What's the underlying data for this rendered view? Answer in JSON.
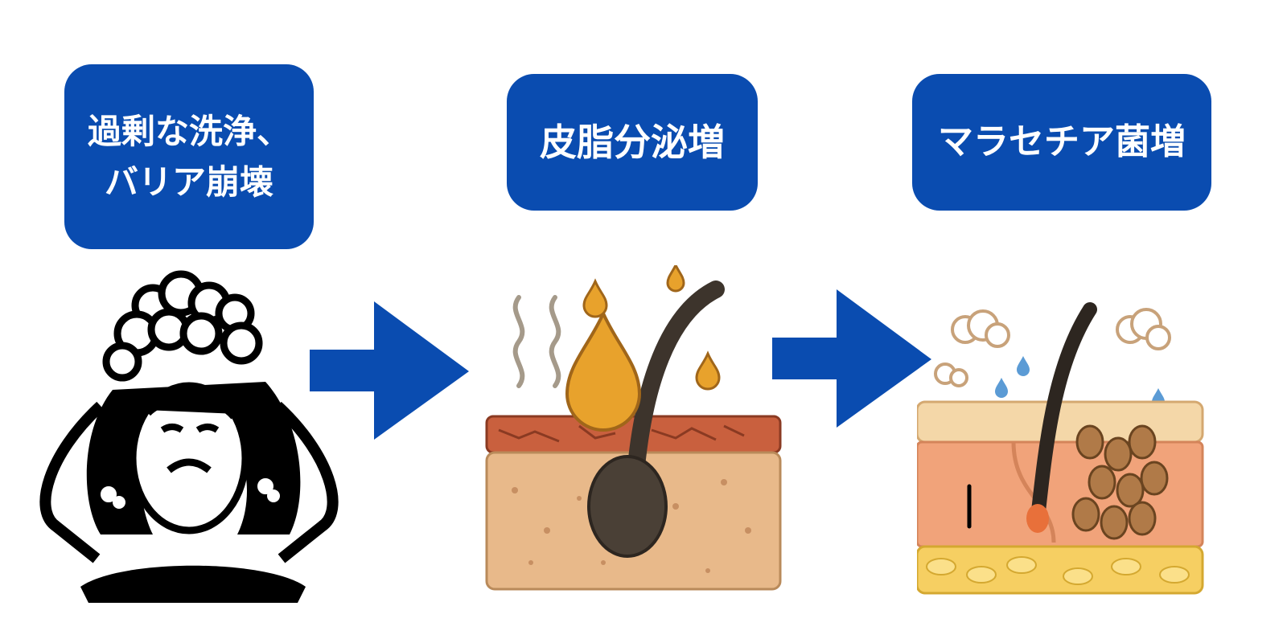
{
  "stages": [
    {
      "label_line1": "過剰な洗浄、",
      "label_line2": "バリア崩壊",
      "illustration": "woman-washing-hair-icon"
    },
    {
      "label": "皮脂分泌増",
      "illustration": "sebum-skin-cross-section-icon"
    },
    {
      "label": "マラセチア菌増",
      "illustration": "malassezia-skin-cross-section-icon"
    }
  ],
  "colors": {
    "label_background": "#0a4cb0",
    "label_text": "#ffffff",
    "arrow": "#0a4cb0",
    "sebum": "#e8a22c"
  }
}
